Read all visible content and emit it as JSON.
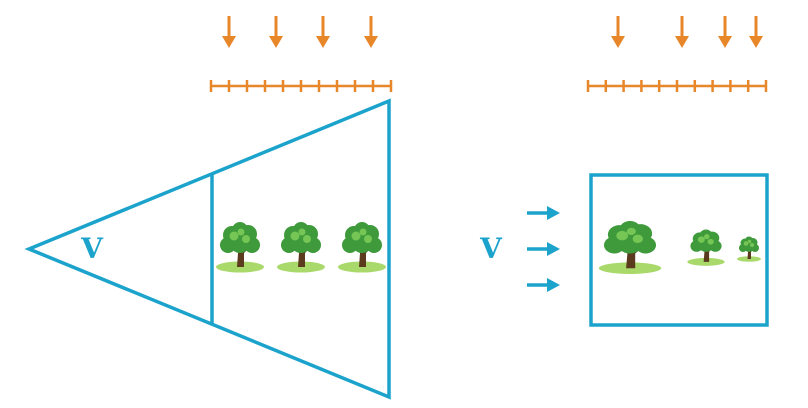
{
  "colors": {
    "background": "#ffffff",
    "frame": "#1ba3cc",
    "ruler": "#e8862a",
    "down_arrow": "#e8862a",
    "view_arrow": "#1ba3cc",
    "tree_canopy": "#3e9a3a",
    "tree_canopy_light": "#76c655",
    "tree_ground": "#a9d86b",
    "tree_trunk": "#5b3a1e",
    "label": "#1ba3cc"
  },
  "left_panel": {
    "view_label": "V",
    "frustum_shape": "perspective-triangle",
    "down_arrow_count": 4,
    "ruler_tick_count": 11,
    "trees": [
      {
        "name": "tree-near",
        "relative_size": 1.0
      },
      {
        "name": "tree-middle",
        "relative_size": 1.0
      },
      {
        "name": "tree-far",
        "relative_size": 1.0
      }
    ]
  },
  "right_panel": {
    "view_label": "V",
    "frustum_shape": "orthographic-box",
    "view_arrow_count": 3,
    "down_arrow_count": 4,
    "ruler_tick_count": 11,
    "trees": [
      {
        "name": "tree-large",
        "relative_size": 1.0
      },
      {
        "name": "tree-medium",
        "relative_size": 0.6
      },
      {
        "name": "tree-small",
        "relative_size": 0.38
      }
    ]
  }
}
